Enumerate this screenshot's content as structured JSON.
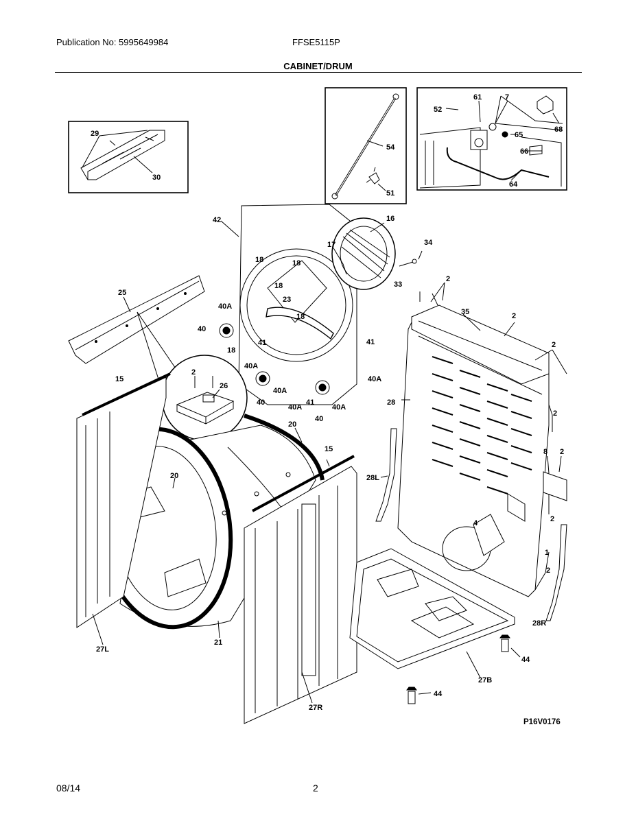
{
  "header": {
    "publication": "Publication No: 5995649984",
    "model": "FFSE5115P",
    "section_title": "CABINET/DRUM"
  },
  "figure_code": "P16V0176",
  "footer": {
    "date": "08/14",
    "page": "2"
  },
  "callouts": {
    "c29": "29",
    "c30": "30",
    "c54": "54",
    "c51": "51",
    "c52": "52",
    "c61": "61",
    "c7": "7",
    "c68": "68",
    "c65": "65",
    "c66": "66",
    "c64": "64",
    "c42": "42",
    "c16": "16",
    "c17": "17",
    "c34": "34",
    "c33": "33",
    "c18a": "18",
    "c18b": "18",
    "c18c": "18",
    "c18d": "18",
    "c18e": "18",
    "c23": "23",
    "c40Aa": "40A",
    "c40a": "40",
    "c41a": "41",
    "c40Ab": "40A",
    "c41b": "41",
    "c40Ac": "40A",
    "c40b": "40",
    "c40Ad": "40A",
    "c41c": "41",
    "c40c": "40",
    "c40Ae": "40A",
    "c25": "25",
    "c15a": "15",
    "c2a": "2",
    "c26": "26",
    "c20a": "20",
    "c15b": "15",
    "c20b": "20",
    "c21": "21",
    "c27L": "27L",
    "c27R": "27R",
    "c2b": "2",
    "c35": "35",
    "c2c": "2",
    "c2d": "2",
    "c28": "28",
    "c2e": "2",
    "c8": "8",
    "c2f": "2",
    "c2g": "2",
    "c28L": "28L",
    "c4": "4",
    "c1": "1",
    "c2h": "2",
    "c28R": "28R",
    "c44a": "44",
    "c27B": "27B",
    "c44b": "44"
  }
}
